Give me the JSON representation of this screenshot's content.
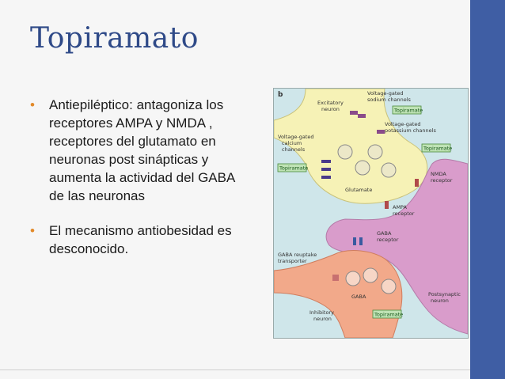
{
  "slide": {
    "title": "Topiramato",
    "bullets": [
      "Antiepiléptico: antagoniza los receptores AMPA y NMDA , receptores del glutamato  en neuronas post sinápticas  y aumenta la actividad  del  GABA de las neuronas",
      "El mecanismo antiobesidad es desconocido."
    ],
    "colors": {
      "accent_bar": "#3f5ea4",
      "title": "#2f4a88",
      "bullet": "#e28a2a"
    }
  },
  "figure": {
    "panel_letter": "b",
    "labels": {
      "excitatory_neuron": [
        "Excitatory",
        "neuron"
      ],
      "na_channels": [
        "Voltage-gated",
        "sodium channels"
      ],
      "k_channels": [
        "Voltage-gated",
        "potassium channels"
      ],
      "ca_channels": [
        "Voltage-gated",
        "calcium",
        "channels"
      ],
      "glutamate": "Glutamate",
      "nmda": [
        "NMDA",
        "receptor"
      ],
      "ampa": [
        "AMPA",
        "receptor"
      ],
      "gaba_a": [
        "GABA",
        "receptor"
      ],
      "gaba_reuptake": [
        "GABA reuptake",
        "transporter"
      ],
      "gaba": "GABA",
      "postsynaptic": [
        "Postsynaptic",
        "neuron"
      ],
      "inhibitory": [
        "Inhibitory",
        "neuron"
      ],
      "topiramate": "Topiramate"
    }
  }
}
